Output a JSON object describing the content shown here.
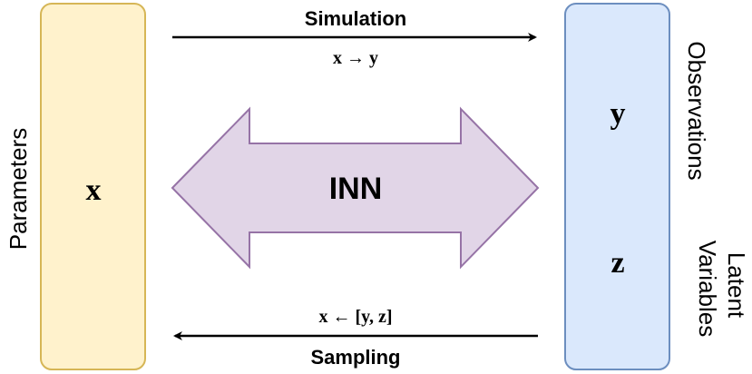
{
  "left_box": {
    "label": "Parameters",
    "variable": "x",
    "fill": "#fff2cc",
    "stroke": "#d6b656"
  },
  "right_box": {
    "label_top": "Observations",
    "variable_top": "y",
    "label_bottom_line1": "Latent",
    "label_bottom_line2": "Variables",
    "variable_bottom": "z",
    "fill": "#dae8fc",
    "stroke": "#6c8ebf"
  },
  "forward_arrow": {
    "title": "Simulation",
    "formula": "x → y"
  },
  "center_arrow": {
    "label": "INN",
    "fill": "#e1d5e7",
    "stroke": "#9673a6"
  },
  "backward_arrow": {
    "formula": "x ← [y, z]",
    "title": "Sampling"
  }
}
